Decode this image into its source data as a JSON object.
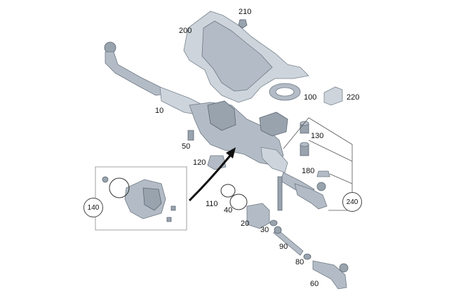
{
  "callouts": {
    "c210": "210",
    "c200": "200",
    "c100": "100",
    "c220": "220",
    "c10": "10",
    "c130": "130",
    "c50": "50",
    "c120": "120",
    "c180": "180",
    "c140": "140",
    "c110": "110",
    "c40": "40",
    "c240": "240",
    "c20": "20",
    "c30": "30",
    "c90": "90",
    "c80": "80",
    "c60": "60"
  }
}
